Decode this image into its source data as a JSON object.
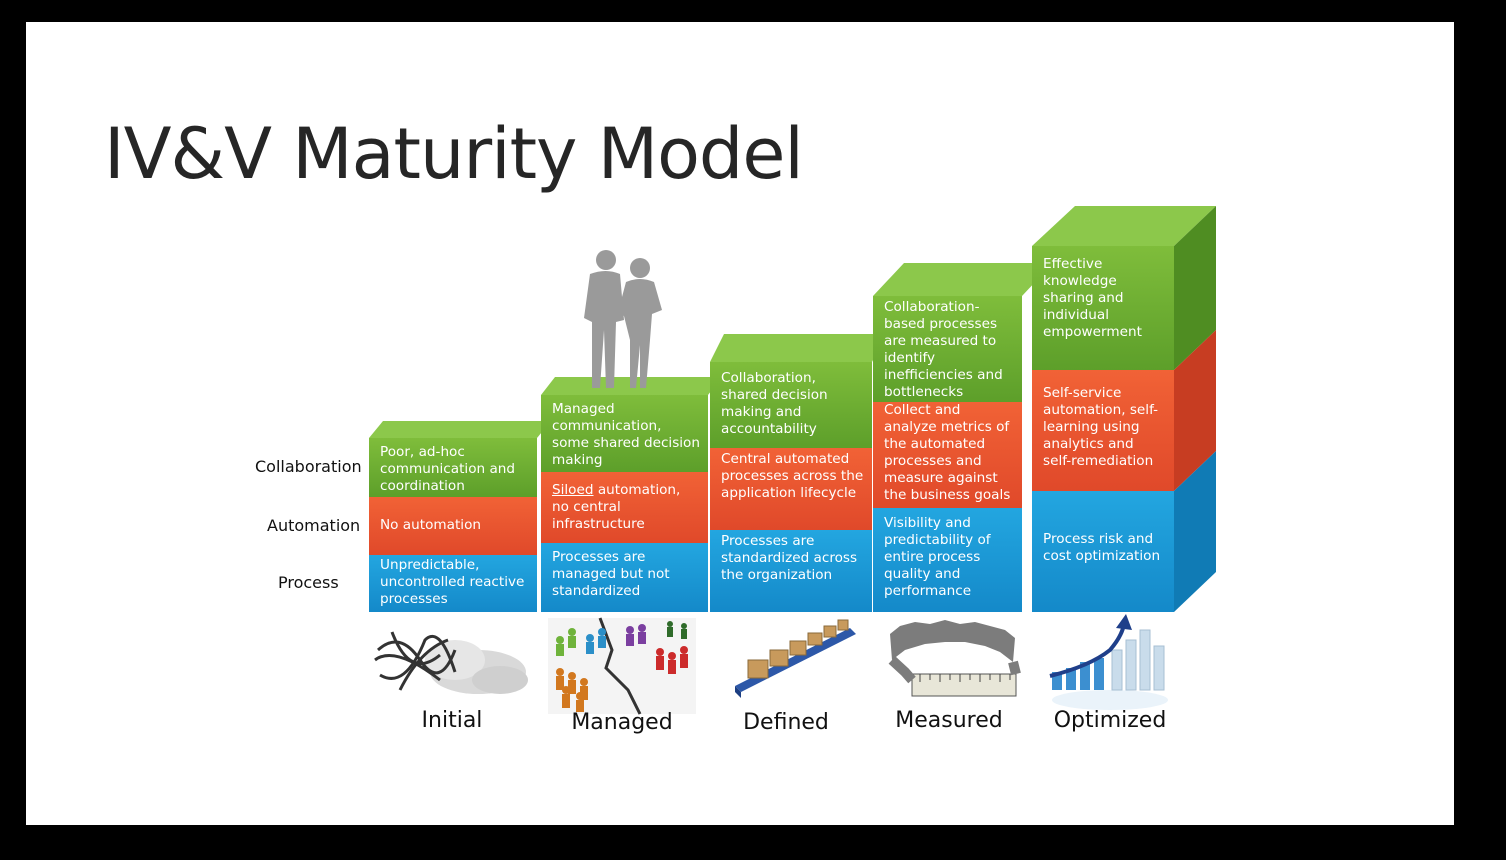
{
  "title": "IV&V Maturity Model",
  "row_labels": {
    "collaboration": "Collaboration",
    "automation": "Automation",
    "process": "Process"
  },
  "stages": [
    {
      "name": "Initial",
      "collaboration": "Poor, ad-hoc communication and coordination",
      "automation": "No automation",
      "process": "Unpredictable, uncontrolled reactive processes"
    },
    {
      "name": "Managed",
      "collaboration": "Managed communication, some shared decision making",
      "automation_underlined": "Siloed",
      "automation_rest": " automation, no central infrastructure",
      "process": "Processes are managed but not standardized"
    },
    {
      "name": "Defined",
      "collaboration": "Collaboration, shared decision making and accountability",
      "automation": "Central automated processes across the application lifecycle",
      "process": "Processes are standardized across the organization"
    },
    {
      "name": "Measured",
      "collaboration": "Collaboration-based processes are measured to identify inefficiencies and bottlenecks",
      "automation": "Collect and analyze metrics of the automated processes and measure against the business goals",
      "process": "Visibility and predictability of entire process quality and performance"
    },
    {
      "name": "Optimized",
      "collaboration": "Effective knowledge sharing and individual empowerment",
      "automation": "Self-service automation, self-learning using analytics and self-remediation",
      "process": "Process risk and cost optimization"
    }
  ],
  "colors": {
    "collaboration": "#6aab2f",
    "automation": "#e9532e",
    "process": "#1a99d6"
  }
}
